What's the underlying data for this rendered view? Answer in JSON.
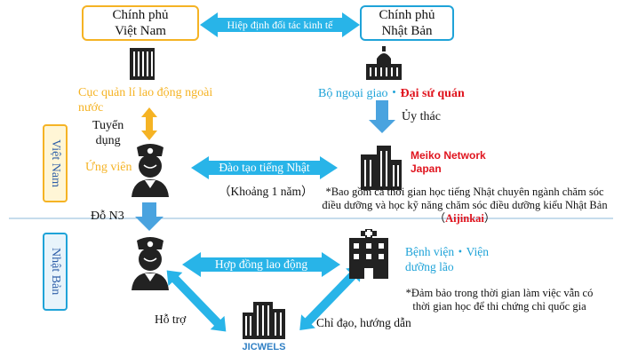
{
  "colors": {
    "vn_orange": "#f5b324",
    "jp_blue": "#1fa3d8",
    "arrow_blue": "#4aa3df",
    "arrow_cyan": "#28b4e8",
    "red": "#e0141e",
    "navy": "#2f5fa8",
    "divider": "#8db8d8"
  },
  "top": {
    "vn_gov": [
      "Chính phủ",
      "Việt Nam"
    ],
    "jp_gov": [
      "Chính phủ",
      "Nhật Bản"
    ],
    "epa": "Hiệp định đối tác kinh tế"
  },
  "left": {
    "labor_agency": "Cục quản lí lao động ngoài nước",
    "recruit": [
      "Tuyển",
      "dụng"
    ],
    "candidate": "Ứng viên",
    "n3": "Đỗ N3",
    "support": "Hỗ trợ"
  },
  "right": {
    "mofa": "Bộ ngoại giao・",
    "embassy": "Đại sứ quán",
    "entrust": "Ủy thác",
    "meiko": [
      "Meiko Network",
      "Japan"
    ],
    "hospital": [
      "Bệnh viện・Viện",
      "dưỡng lão"
    ],
    "guidance": "Chỉ đạo, hướng dẫn"
  },
  "sections": {
    "vietnam": "Việt Nam",
    "japan": "Nhật Bản"
  },
  "arrows": {
    "training": "Đào tạo tiếng Nhật",
    "duration": "（Khoảng 1 năm）",
    "contract": "Hợp đồng lao động"
  },
  "notes": {
    "training_note_1": "*Bao gồm cả thời gian học tiếng Nhật chuyên ngành chăm sóc",
    "training_note_2": "điều dưỡng và học kỹ năng chăm sóc điều dưỡng kiểu Nhật Bản",
    "aijinkai": "Aijinkai",
    "work_note_1": "*Đảm bảo trong thời gian làm việc vẫn có",
    "work_note_2": "thời gian học để thi chứng chỉ quốc gia"
  },
  "jicwels": "JICWELS",
  "icons": [
    "office-building-icon",
    "government-building-icon",
    "nurse-icon",
    "hospital-icon"
  ]
}
